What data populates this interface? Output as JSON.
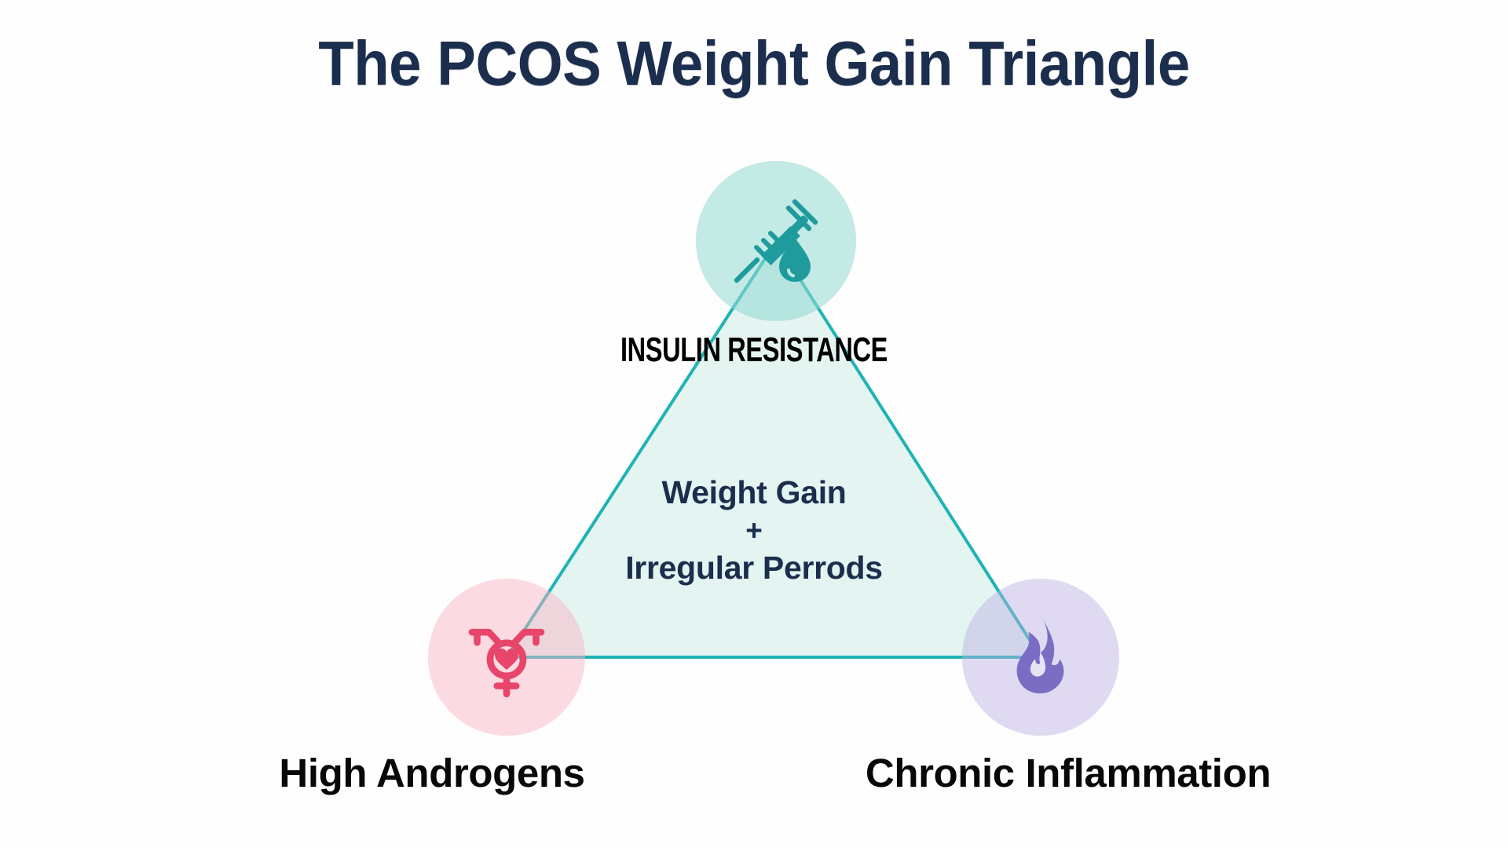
{
  "page": {
    "title": "The PCOS Weight Gain Triangle",
    "background_color": "#fefefe",
    "title_color": "#1b2e4d"
  },
  "diagram": {
    "type": "triangle-relationship",
    "center": {
      "line1": "Weight Gain",
      "plus": "+",
      "line2": "Irregular Perrods"
    },
    "triangle": {
      "stroke_color": "#1fb3b6",
      "fill_color": "#e3f4f1",
      "stroke_width": 4
    },
    "nodes": [
      {
        "id": "insulin-resistance",
        "label": "INSULIN RESISTANCE",
        "label_color": "#000000",
        "icon": "syringe-blood-drop-icon",
        "icon_color": "#1f9b9e",
        "circle_color": "#a9ded7",
        "position": "top"
      },
      {
        "id": "high-androgens",
        "label": "High Androgens",
        "label_color": "#07080a",
        "icon": "transgender-heart-symbol-icon",
        "icon_color": "#e8456b",
        "circle_color": "#fac6d2",
        "position": "bottom-left"
      },
      {
        "id": "chronic-inflammation",
        "label": "Chronic Inflammation",
        "label_color": "#07080a",
        "icon": "flame-icon",
        "icon_color": "#7b6cc4",
        "circle_color": "#d6d0ee",
        "position": "bottom-right"
      }
    ]
  }
}
